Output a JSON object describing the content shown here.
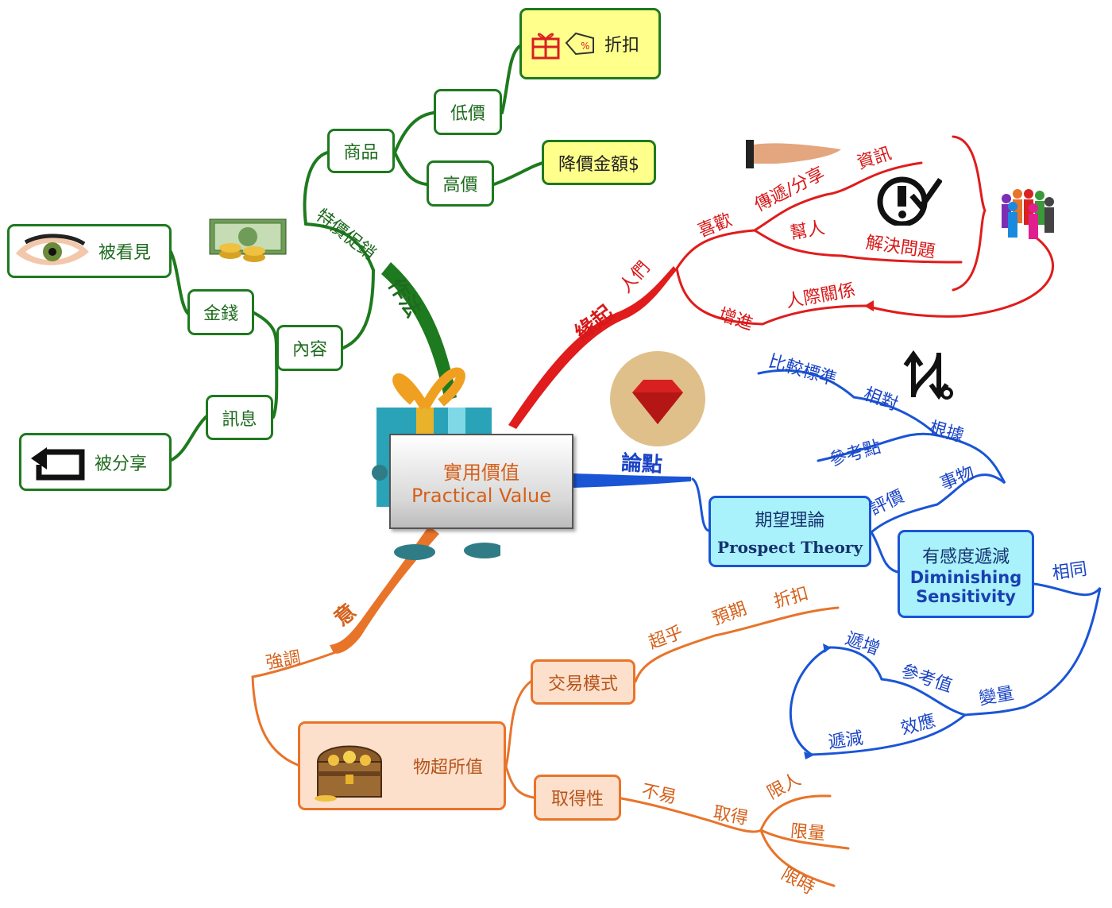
{
  "center": {
    "zh": "實用價值",
    "en": "Practical Value"
  },
  "green": {
    "main": "作法",
    "promo": "特價促銷",
    "goods": "商品",
    "low_price": "低價",
    "high_price": "高價",
    "discount": "折扣",
    "price_cut": "降價金額$",
    "content": "內容",
    "money": "金錢",
    "message": "訊息",
    "be_seen": "被看見",
    "be_shared": "被分享"
  },
  "red": {
    "main": "緣起",
    "people": "人們",
    "like": "喜歡",
    "pass_share": "傳遞/分享",
    "info": "資訊",
    "help_people": "幫人",
    "solve_problem": "解決問題",
    "increase": "增進",
    "relationship": "人際關係"
  },
  "blue": {
    "main": "論點",
    "theory_zh": "期望理論",
    "theory_en": "Prospect Theory",
    "dim_zh": "有感度遞減",
    "dim_en_1": "Diminishing",
    "dim_en_2": "Sensitivity",
    "evaluate": "評價",
    "thing": "事物",
    "basis": "根據",
    "relative": "相對",
    "compare_std": "比較標準",
    "ref_point": "參考點",
    "same": "相同",
    "variable": "變量",
    "ref_value": "參考值",
    "increment": "遞增",
    "effect": "效應",
    "decrement": "遞減"
  },
  "orange": {
    "main": "意",
    "emphasize": "強調",
    "value_box": "物超所值",
    "trade_mode": "交易模式",
    "beyond": "超乎",
    "expect": "預期",
    "discount": "折扣",
    "obtain": "取得性",
    "not_easy": "不易",
    "get": "取得",
    "limit_people": "限人",
    "limit_qty": "限量",
    "limit_time": "限時"
  },
  "colors": {
    "green": "#1e7a1e",
    "red": "#e01c1c",
    "blue": "#1a55d6",
    "orange": "#e8742a"
  },
  "icons": [
    "gift-icon",
    "price-tag-icon",
    "eye-icon",
    "share-return-icon",
    "dollar-coins-icon",
    "hand-icon",
    "exclamation-check-icon",
    "people-group-icon",
    "ruby-badge-icon",
    "swap-arrows-icon",
    "treasure-chest-icon",
    "gift-box-character-icon"
  ]
}
